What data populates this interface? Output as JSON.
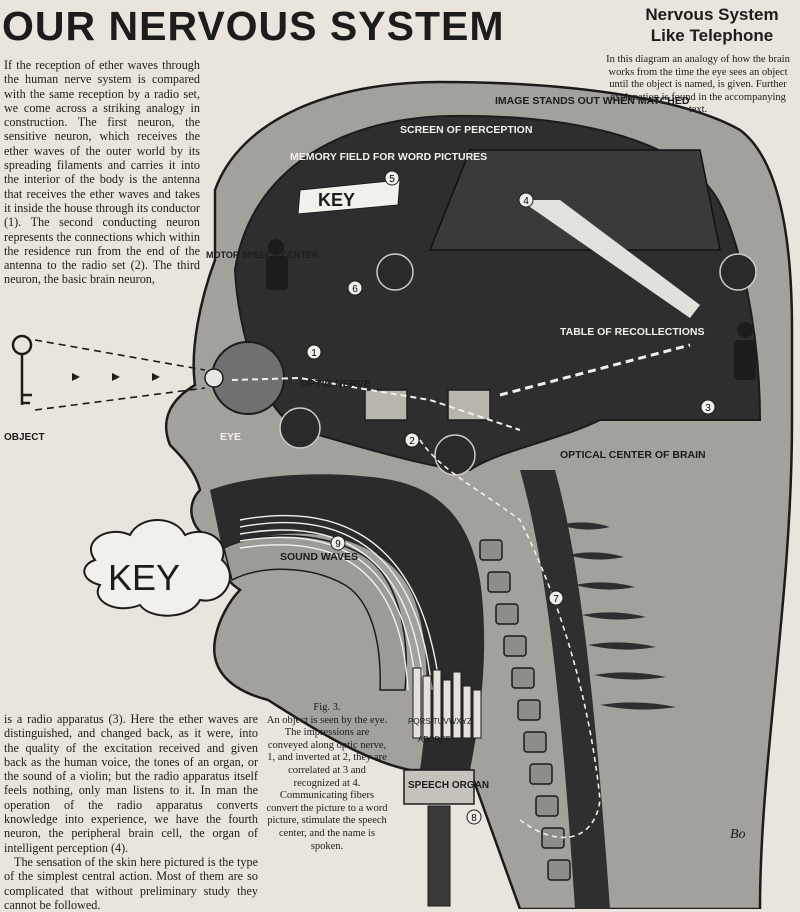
{
  "header": {
    "title": "OUR NERVOUS SYSTEM",
    "subtitle": "Nervous System Like Telephone",
    "top_caption": "In this diagram an analogy of how the brain works from the time the eye sees an object until the object is named, is given. Further explanation is found in the accompanying text."
  },
  "body": {
    "column_text_1": "If the reception of ether waves through the human nerve system is compared with the same reception by a radio set, we come across a striking analogy in construction. The first neuron, the sensitive neuron, which receives the ether waves of the outer world by its spreading filaments and carries it into the interior of the body is the antenna that receives the ether waves and takes it inside the house through its conductor (1). The second conducting neuron represents the connections which within the residence run from the end of the antenna to the radio set (2). The third neuron, the basic brain neuron,",
    "column_text_2": "is a radio apparatus (3). Here the ether waves are distinguished, and changed back, as it were, into the quality of the excitation received and given back as the human voice, the tones of an organ, or the sound of a violin; but the radio apparatus itself feels nothing, only man listens to it. In man the operation of the radio apparatus converts knowledge into experience, we have the fourth neuron, the peripheral brain cell, the organ of intelligent perception (4).",
    "column_text_3": "The sensation of the skin here pictured is the type of the simplest central action. Most of them are so complicated that without preliminary study they cannot be followed."
  },
  "figure_caption": {
    "label": "Fig. 3.",
    "text": "An object is seen by the eye. The impressions are conveyed along optic nerve, 1, and inverted at 2, they are correlated at 3 and recognized at 4. Communicating fibers convert the picture to a word picture, stimulate the speech center, and the name is spoken."
  },
  "diagram_labels": {
    "image_stands_out": "IMAGE STANDS OUT WHEN MATCHED",
    "screen_of_perception": "SCREEN OF PERCEPTION",
    "memory_field": "MEMORY FIELD FOR WORD PICTURES",
    "motor_speech_center": "MOTOR SPEECH CENTER",
    "table_of_recollections": "TABLE OF RECOLLECTIONS",
    "optic_nerve": "OPTIC NERVE",
    "eye": "EYE",
    "optical_center": "OPTICAL CENTER OF BRAIN",
    "object": "OBJECT",
    "sound_waves": "SOUND WAVES",
    "speech_organ": "SPEECH ORGAN",
    "key_word": "KEY",
    "key_small": "KEY",
    "organ_letters_top": "PQRS TUVWXYZ",
    "organ_letters_bottom": "ABCDEF",
    "artist_signature": "Bo",
    "num_1": "1",
    "num_2": "2",
    "num_3": "3",
    "num_4": "4",
    "num_5": "5",
    "num_6": "6",
    "num_7": "7",
    "num_8": "8",
    "num_9": "9"
  },
  "colors": {
    "paper": "#e9e5dc",
    "ink": "#1c1c1c",
    "head_gray": "#9a9892",
    "dark_cavity": "#2b2b2b",
    "beam": "#f2f0ea"
  }
}
